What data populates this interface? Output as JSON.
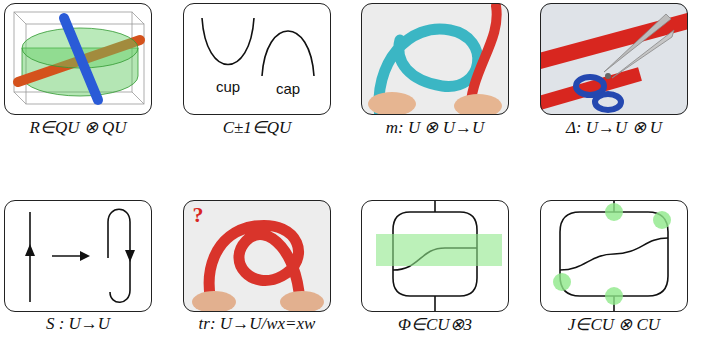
{
  "diagram": {
    "nodes": [
      {
        "text": [
          "R∈QU ⊗ QU"
        ]
      },
      {
        "text": [
          "C±1∈QU"
        ]
      },
      {
        "text": [
          "m: U ⊗ U→U"
        ]
      },
      {
        "text": [
          "Δ: U→U ⊗ U"
        ]
      },
      {
        "text": [
          "S : U→U"
        ]
      },
      {
        "text": [
          "tr: U→U/wx=xw"
        ]
      },
      {
        "text": [
          "Φ∈CU⊗3"
        ]
      },
      {
        "text": [
          "J∈CU ⊗ CU"
        ]
      }
    ],
    "labels": [
      "cup",
      "cap",
      "?"
    ]
  }
}
